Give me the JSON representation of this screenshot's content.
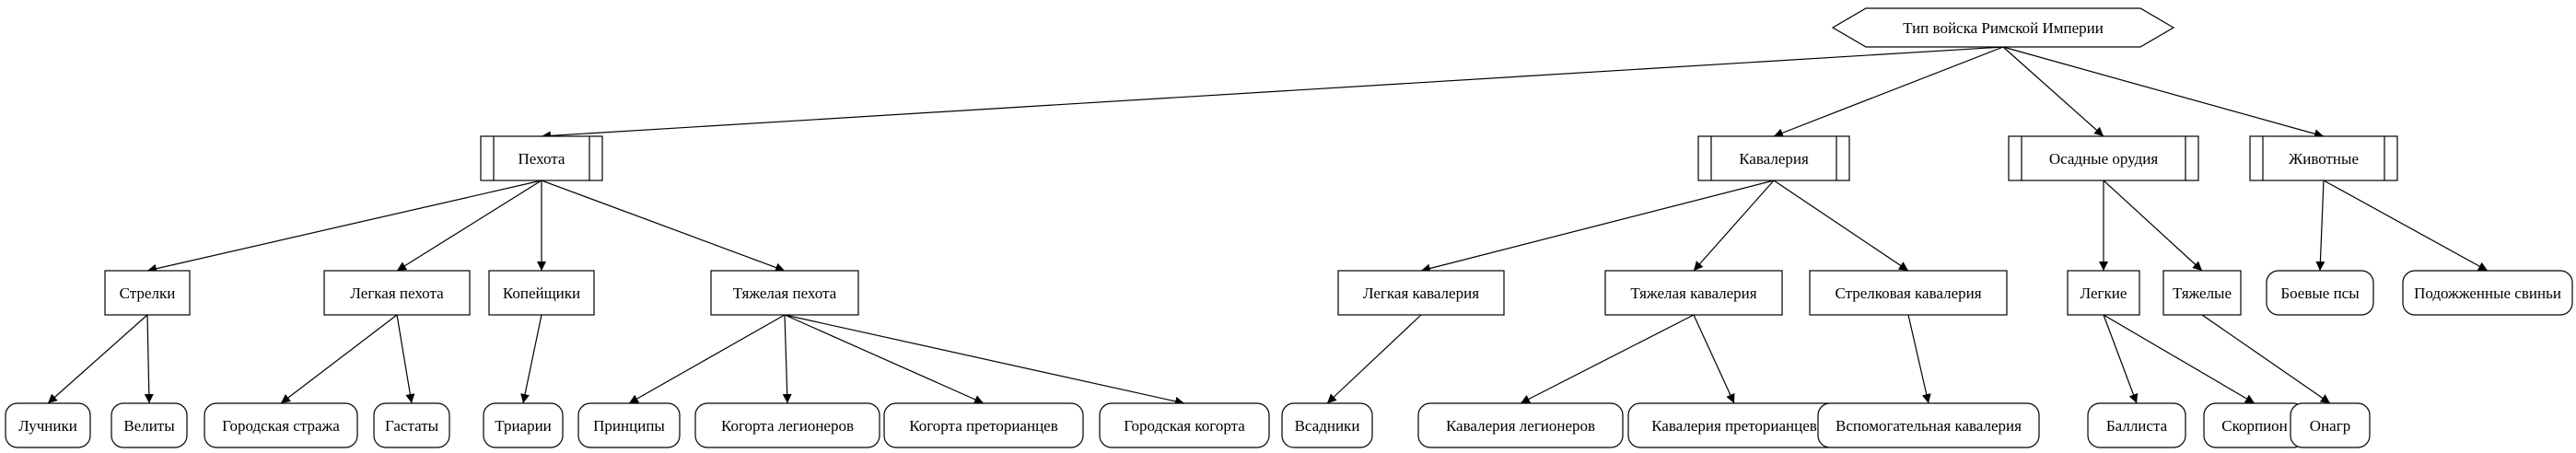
{
  "colors": {
    "stroke": "#000000",
    "fill": "#ffffff",
    "text": "#000000"
  },
  "nodes": {
    "root": "Тип войска Римской Империи",
    "infantry": "Пехота",
    "cavalry": "Кавалерия",
    "siege": "Осадные орудия",
    "animals": "Животные",
    "archers": "Стрелки",
    "light_infantry": "Легкая пехота",
    "spearmen": "Копейщики",
    "heavy_infantry": "Тяжелая пехота",
    "light_cavalry": "Легкая кавалерия",
    "heavy_cavalry": "Тяжелая кавалерия",
    "missile_cavalry": "Стрелковая кавалерия",
    "siege_light": "Легкие",
    "siege_heavy": "Тяжелые",
    "war_dogs": "Боевые псы",
    "fire_pigs": "Подожженные свиньи",
    "bowmen": "Лучники",
    "velites": "Велиты",
    "city_guard": "Городская стража",
    "hastati": "Гастаты",
    "triarii": "Триарии",
    "principes": "Принципы",
    "legion_cohort": "Когорта легионеров",
    "praetorian_cohort": "Когорта преторианцев",
    "urban_cohort": "Городская когорта",
    "horsemen": "Всадники",
    "legion_cavalry": "Кавалерия легионеров",
    "praetorian_cavalry": "Кавалерия преторианцев",
    "auxiliary_cavalry": "Вспомогательная кавалерия",
    "ballista": "Баллиста",
    "scorpion": "Скорпион",
    "onager": "Онагр"
  },
  "edges": [
    [
      "root",
      "infantry"
    ],
    [
      "root",
      "cavalry"
    ],
    [
      "root",
      "siege"
    ],
    [
      "root",
      "animals"
    ],
    [
      "infantry",
      "archers"
    ],
    [
      "infantry",
      "light_infantry"
    ],
    [
      "infantry",
      "spearmen"
    ],
    [
      "infantry",
      "heavy_infantry"
    ],
    [
      "cavalry",
      "light_cavalry"
    ],
    [
      "cavalry",
      "heavy_cavalry"
    ],
    [
      "cavalry",
      "missile_cavalry"
    ],
    [
      "siege",
      "siege_light"
    ],
    [
      "siege",
      "siege_heavy"
    ],
    [
      "animals",
      "war_dogs"
    ],
    [
      "animals",
      "fire_pigs"
    ],
    [
      "archers",
      "bowmen"
    ],
    [
      "archers",
      "velites"
    ],
    [
      "light_infantry",
      "city_guard"
    ],
    [
      "light_infantry",
      "hastati"
    ],
    [
      "spearmen",
      "triarii"
    ],
    [
      "heavy_infantry",
      "principes"
    ],
    [
      "heavy_infantry",
      "legion_cohort"
    ],
    [
      "heavy_infantry",
      "praetorian_cohort"
    ],
    [
      "heavy_infantry",
      "urban_cohort"
    ],
    [
      "light_cavalry",
      "horsemen"
    ],
    [
      "heavy_cavalry",
      "legion_cavalry"
    ],
    [
      "heavy_cavalry",
      "praetorian_cavalry"
    ],
    [
      "missile_cavalry",
      "auxiliary_cavalry"
    ],
    [
      "siege_light",
      "ballista"
    ],
    [
      "siege_light",
      "scorpion"
    ],
    [
      "siege_heavy",
      "onager"
    ]
  ]
}
